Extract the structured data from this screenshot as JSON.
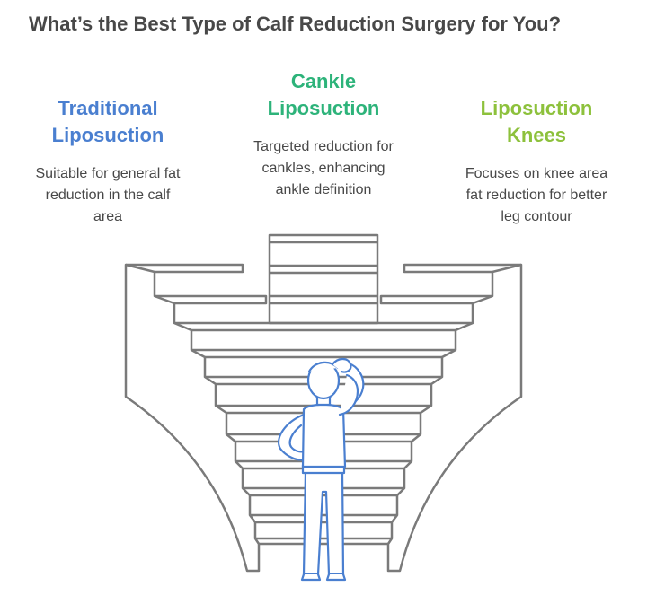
{
  "title": "What’s the Best Type of Calf Reduction Surgery for You?",
  "options": [
    {
      "heading_line1": "Traditional",
      "heading_line2": "Liposuction",
      "desc_line1": "Suitable for general fat",
      "desc_line2": "reduction in the calf",
      "desc_line3": "area",
      "color": "#4a7fd0"
    },
    {
      "heading_line1": "Cankle",
      "heading_line2": "Liposuction",
      "desc_line1": "Targeted reduction for",
      "desc_line2": "cankles, enhancing",
      "desc_line3": "ankle definition",
      "color": "#2db37a"
    },
    {
      "heading_line1": "Liposuction",
      "heading_line2": "Knees",
      "desc_line1": "Focuses on knee area",
      "desc_line2": "fat reduction for better",
      "desc_line3": "leg contour",
      "color": "#8dc13c"
    }
  ],
  "colors": {
    "title": "#484848",
    "text": "#484848",
    "line": "#7a7a7a",
    "figure": "#4a7fd0"
  },
  "icons": [
    "thinking-person-icon"
  ]
}
